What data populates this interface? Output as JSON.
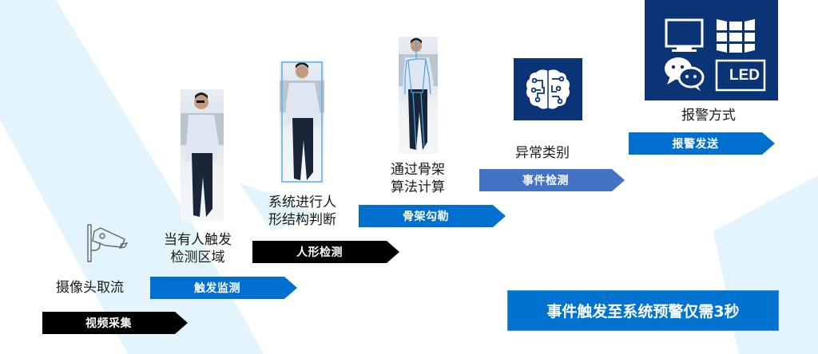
{
  "colors": {
    "black_arrow": "#000000",
    "blue_arrow": "#0070d0",
    "soft_blue_arrow": "#4472c4",
    "icon_navy": "#0b3477",
    "banner_blue": "#0073d1",
    "bg_fan": "#e4f4fc"
  },
  "steps": [
    {
      "caption": "摄像头取流",
      "label": "视频采集",
      "icon": "surveillance-camera-icon"
    },
    {
      "caption_line1": "当有人触发",
      "caption_line2": "检测区域",
      "label": "触发监测",
      "icon": "person-photo"
    },
    {
      "caption_line1": "系统进行人",
      "caption_line2": "形结构判断",
      "label": "人形检测",
      "icon": "person-bounding-box-photo"
    },
    {
      "caption_line1": "通过骨架",
      "caption_line2": "算法计算",
      "label": "骨架勾勒",
      "icon": "person-skeleton-photo"
    },
    {
      "caption": "异常类别",
      "label": "事件检测",
      "icon": "ai-brain-icon"
    },
    {
      "caption": "报警方式",
      "label": "报警发送",
      "icon": "alarm-channels-icon"
    }
  ],
  "alarm_icons": {
    "led_label": "LED",
    "items": [
      "monitor-icon",
      "video-wall-icon",
      "wechat-icon",
      "led-screen-icon"
    ]
  },
  "banner": {
    "text": "事件触发至系统预警仅需3秒"
  }
}
